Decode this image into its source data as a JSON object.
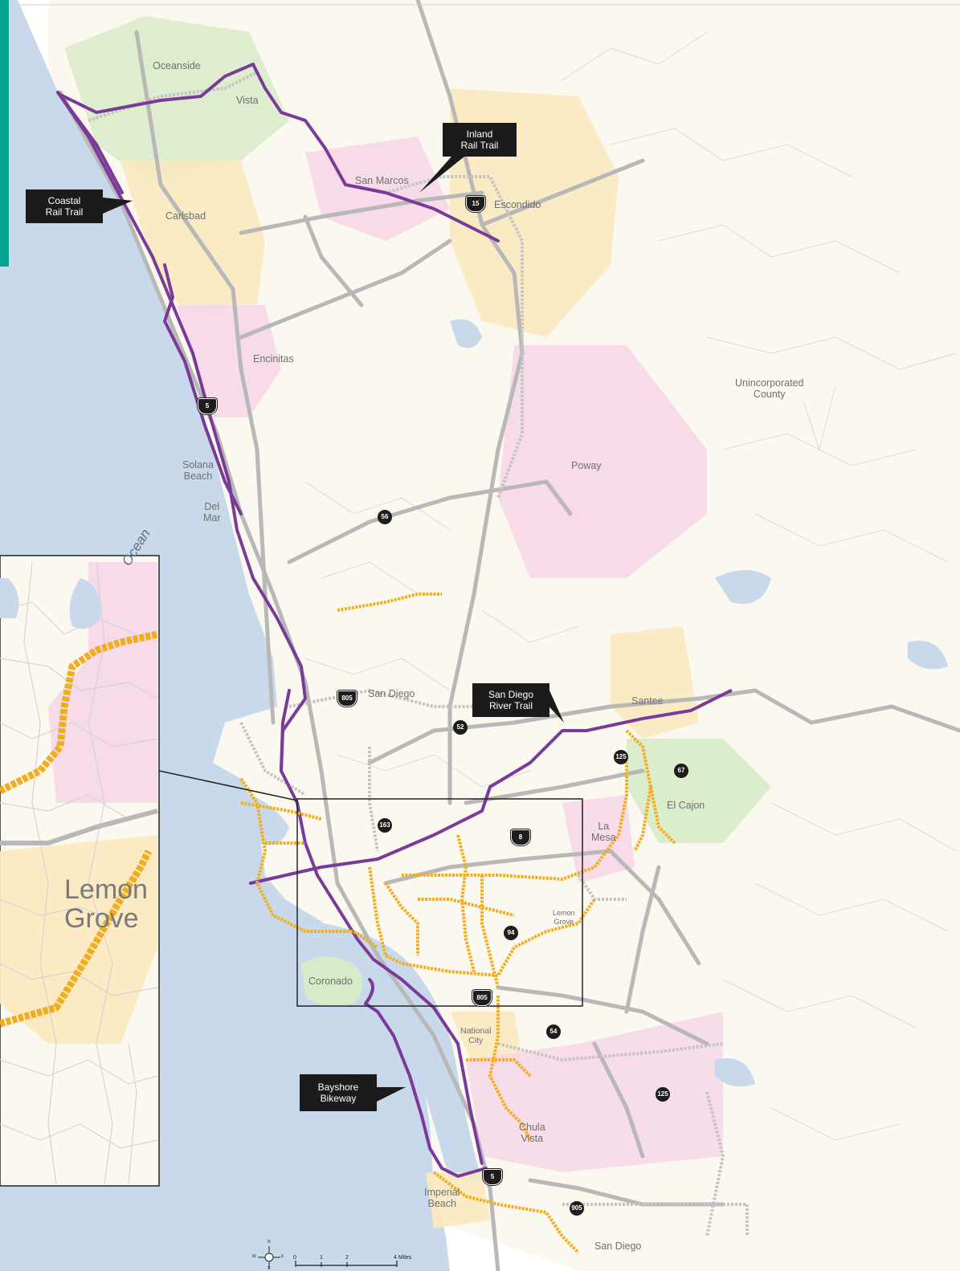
{
  "map": {
    "callouts": {
      "coastal": "Coastal\nRail Trail",
      "inland": "Inland\nRail Trail",
      "san_diego_river": "San Diego\nRiver Trail",
      "bayshore": "Bayshore\nBikeway"
    },
    "places": {
      "oceanside": "Oceanside",
      "vista": "Vista",
      "san_marcos": "San Marcos",
      "escondido": "Escondido",
      "carlsbad": "Carlsbad",
      "encinitas": "Encinitas",
      "solana_beach": "Solana\nBeach",
      "del_mar": "Del\nMar",
      "poway": "Poway",
      "unincorporated": "Unincorporated\nCounty",
      "san_diego": "San Diego",
      "santee": "Santee",
      "el_cajon": "El Cajon",
      "la_mesa": "La\nMesa",
      "lemon_grove_small": "Lemon\nGrove",
      "coronado": "Coronado",
      "national_city": "National\nCity",
      "chula_vista": "Chula\nVista",
      "imperial_beach": "Imperial\nBeach",
      "san_diego_south": "San Diego"
    },
    "inset_label": "Lemon\nGrove",
    "water_label": "Ocean",
    "shields": {
      "i5_north": "5",
      "i15": "15",
      "sr56": "56",
      "i805_north": "805",
      "sr52": "52",
      "sr125_north": "125",
      "sr67": "67",
      "sr163": "163",
      "i8": "8",
      "sr94": "94",
      "i805_south": "805",
      "sr54": "54",
      "sr125_south": "125",
      "i5_south": "5",
      "i905": "905"
    },
    "scale": {
      "ticks": [
        "0",
        "1",
        "2",
        "4 Miles"
      ],
      "compass": [
        "N",
        "E",
        "S",
        "W"
      ]
    },
    "colors": {
      "ocean": "#c9d9ec",
      "land": "#fbf8ef",
      "trail_existing": "#7a3a98",
      "trail_planned": "#f2ad1e",
      "freeway": "#b8b8b8",
      "city_yellow": "#fbe9bf",
      "city_pink": "#f6d7e8",
      "city_green": "#d8ebc8"
    }
  }
}
